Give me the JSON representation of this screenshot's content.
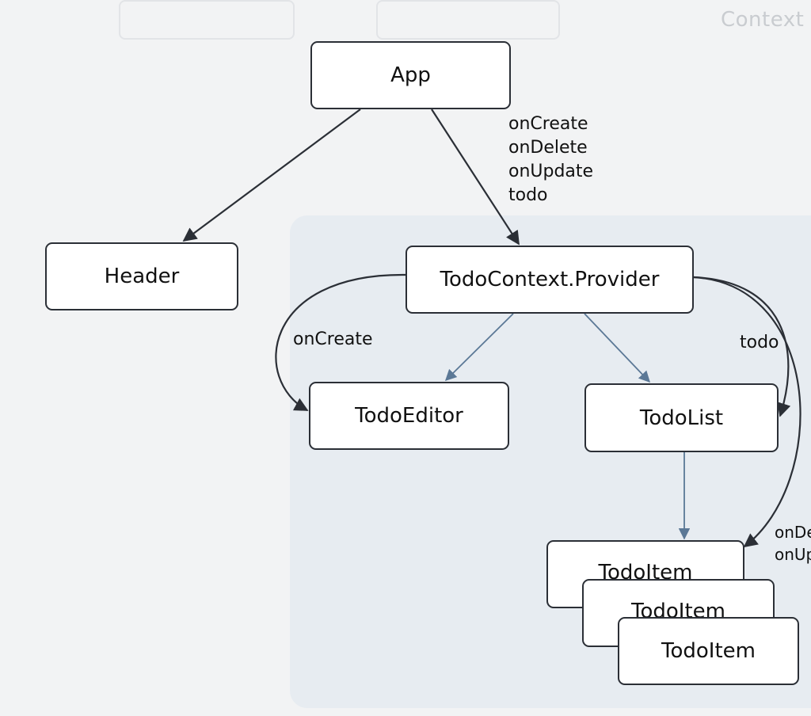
{
  "background_text": {
    "context": "Context"
  },
  "nodes": {
    "app": "App",
    "header": "Header",
    "provider": "TodoContext.Provider",
    "editor": "TodoEditor",
    "list": "TodoList",
    "item_back": "TodoItem",
    "item_mid": "TodoItem",
    "item_front": "TodoItem"
  },
  "edge_labels": {
    "app_to_provider": [
      "onCreate",
      "onDelete",
      "onUpdate",
      "todo"
    ],
    "provider_to_editor": "onCreate",
    "provider_to_list": "todo",
    "provider_to_item": [
      "onDe",
      "onUp"
    ]
  },
  "colors": {
    "node_border": "#2b2f36",
    "edge_dark": "#2b2f36",
    "edge_blue": "#5b7896",
    "context_region": "#e7ecf1"
  }
}
